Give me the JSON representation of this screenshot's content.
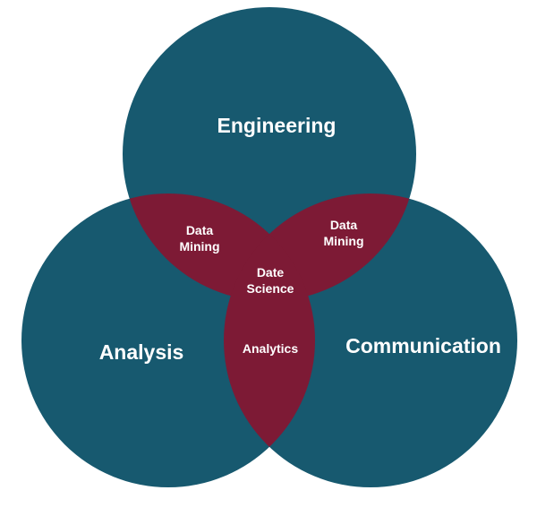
{
  "colors": {
    "circle_fill": "#17596f",
    "overlap_fill": "#7d1a35",
    "background": "#ffffff"
  },
  "circles": {
    "top": "Engineering",
    "left": "Analysis",
    "right": "Communication"
  },
  "overlaps": {
    "top_left": [
      "Data",
      "Mining"
    ],
    "top_right": [
      "Data",
      "Mining"
    ],
    "center": [
      "Date",
      "Science"
    ],
    "left_right": "Analytics"
  }
}
